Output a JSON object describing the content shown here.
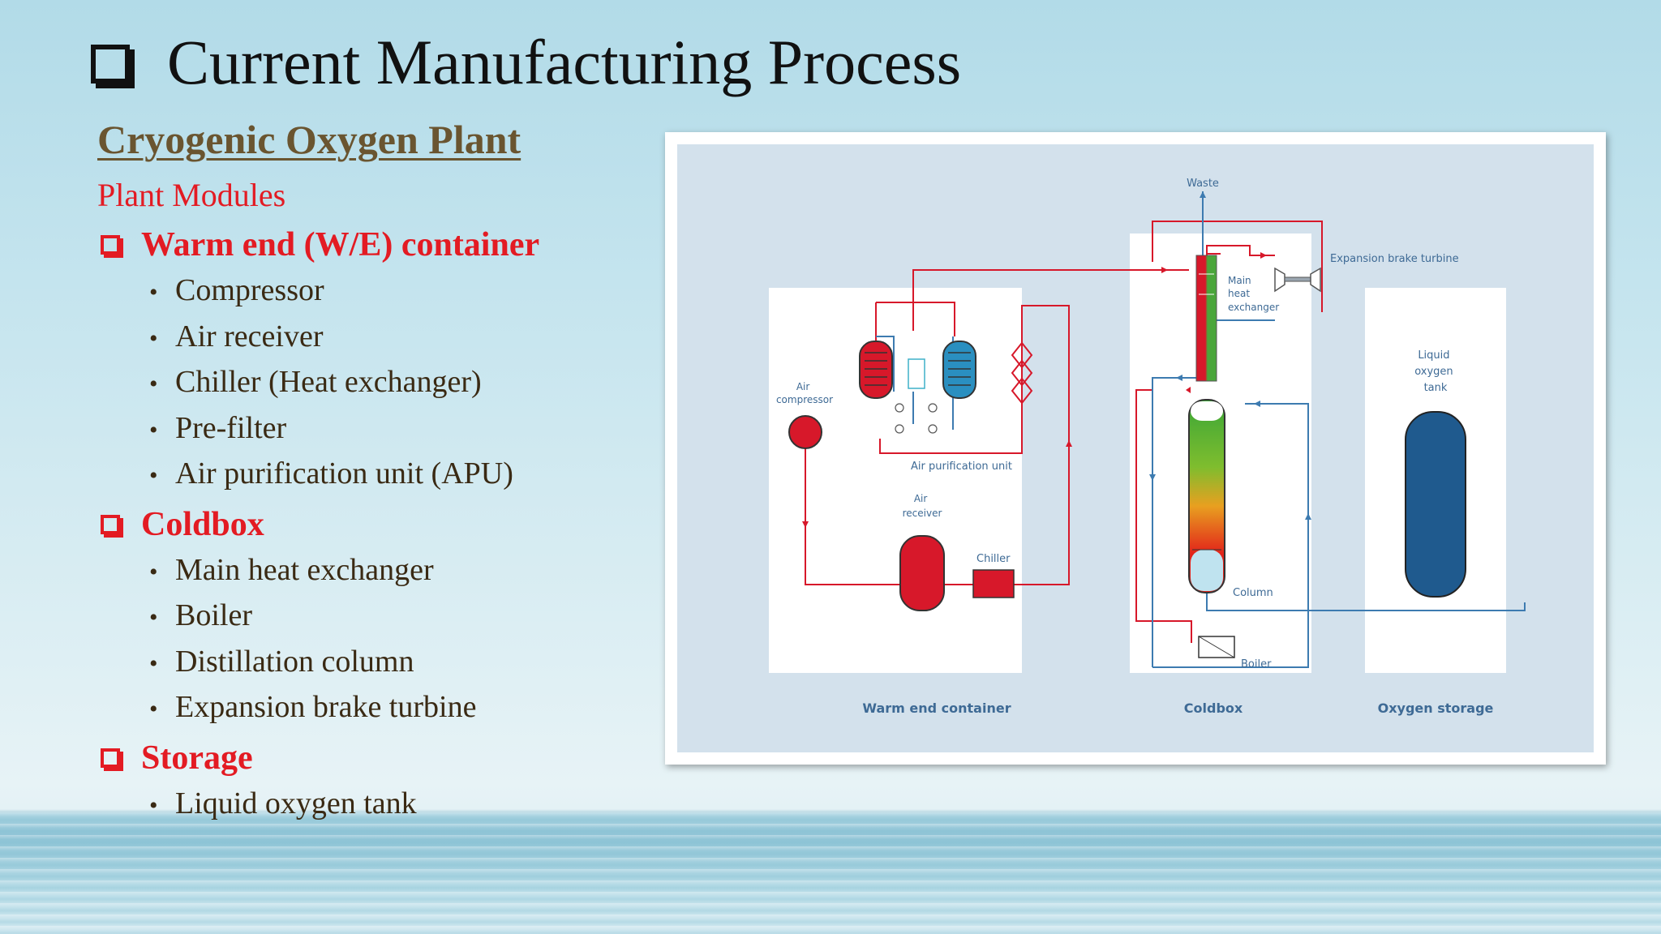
{
  "title": "Current Manufacturing Process",
  "subtitle": "Cryogenic Oxygen Plant",
  "modules_heading": "Plant Modules",
  "sections": [
    {
      "label": "Warm end (W/E) container",
      "items": [
        "Compressor",
        "Air receiver",
        "Chiller (Heat exchanger)",
        "Pre-filter",
        "Air purification unit (APU)"
      ]
    },
    {
      "label": "Coldbox",
      "items": [
        "Main heat exchanger",
        "Boiler",
        "Distillation column",
        "Expansion brake turbine"
      ]
    },
    {
      "label": "Storage",
      "items": [
        "Liquid oxygen tank"
      ]
    }
  ],
  "diagram": {
    "waste": "Waste",
    "expansion_turbine": "Expansion brake turbine",
    "main_hx": [
      "Main",
      "heat",
      "exchanger"
    ],
    "lox_tank": [
      "Liquid",
      "oxygen",
      "tank"
    ],
    "air_compressor": [
      "Air",
      "compressor"
    ],
    "apu": "Air purification unit",
    "air_receiver": [
      "Air",
      "receiver"
    ],
    "chiller": "Chiller",
    "column": "Column",
    "boiler": "Boiler",
    "zone_warm": "Warm end container",
    "zone_coldbox": "Coldbox",
    "zone_storage": "Oxygen storage",
    "colors": {
      "hot": "#d7182a",
      "cold": "#2a8fc0",
      "tank": "#1f5a8e",
      "pipe_cold": "#3d7bb0",
      "label": "#3e6a95"
    }
  }
}
